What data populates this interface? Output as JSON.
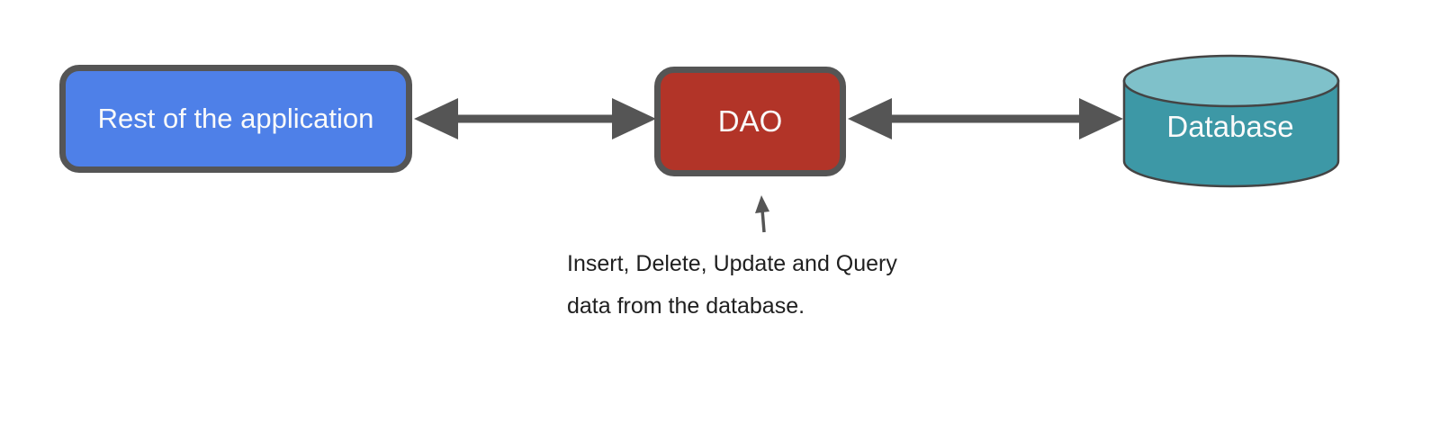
{
  "diagram": {
    "nodes": [
      {
        "id": "app",
        "label": "Rest of the application",
        "shape": "rounded-rect",
        "fill": "#4e80e8"
      },
      {
        "id": "dao",
        "label": "DAO",
        "shape": "rounded-rect",
        "fill": "#b23428"
      },
      {
        "id": "database",
        "label": "Database",
        "shape": "cylinder",
        "fill": "#3d98a6",
        "top_fill": "#7fc1ca"
      }
    ],
    "edges": [
      {
        "from": "app",
        "to": "dao",
        "type": "double-headed-arrow"
      },
      {
        "from": "dao",
        "to": "database",
        "type": "double-headed-arrow"
      }
    ],
    "annotation": {
      "lines": [
        "Insert, Delete, Update and Query",
        "data from the database."
      ],
      "points_to": "dao"
    },
    "colors": {
      "arrow": "#555555",
      "node_border": "#555555",
      "node_text": "#fafafa",
      "annotation_text": "#1f1f1f",
      "cylinder_stroke": "#444444",
      "background": "#ffffff"
    }
  }
}
